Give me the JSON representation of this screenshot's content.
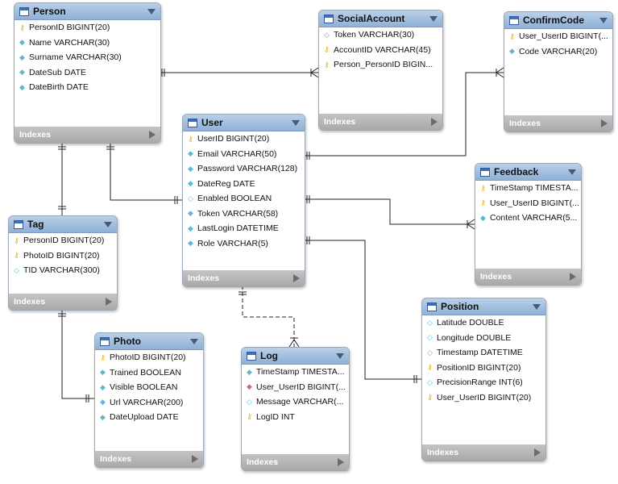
{
  "tables": {
    "person": {
      "name": "Person",
      "columns": [
        {
          "icon": "key-icon",
          "text": "PersonID BIGINT(20)"
        },
        {
          "icon": "column-icon",
          "text": "Name VARCHAR(30)"
        },
        {
          "icon": "column-icon",
          "text": "Surname VARCHAR(30)"
        },
        {
          "icon": "column-icon",
          "text": "DateSub DATE"
        },
        {
          "icon": "column-icon",
          "text": "DateBirth DATE"
        }
      ],
      "indexes": "Indexes"
    },
    "socialaccount": {
      "name": "SocialAccount",
      "columns": [
        {
          "icon": "nullable-column-icon",
          "text": "Token VARCHAR(30)"
        },
        {
          "icon": "key-icon",
          "text": "AccountID VARCHAR(45)"
        },
        {
          "icon": "key-icon",
          "text": "Person_PersonID BIGIN..."
        }
      ],
      "indexes": "Indexes"
    },
    "confirmcode": {
      "name": "ConfirmCode",
      "columns": [
        {
          "icon": "key-icon",
          "text": "User_UserID BIGINT(..."
        },
        {
          "icon": "column-icon",
          "text": "Code VARCHAR(20)"
        }
      ],
      "indexes": "Indexes"
    },
    "user": {
      "name": "User",
      "columns": [
        {
          "icon": "key-icon",
          "text": "UserID BIGINT(20)"
        },
        {
          "icon": "column-icon",
          "text": "Email VARCHAR(50)"
        },
        {
          "icon": "column-icon",
          "text": "Password VARCHAR(128)"
        },
        {
          "icon": "column-icon",
          "text": "DateReg DATE"
        },
        {
          "icon": "nullable-column-icon",
          "text": "Enabled BOOLEAN"
        },
        {
          "icon": "column-icon",
          "text": "Token VARCHAR(58)"
        },
        {
          "icon": "column-icon",
          "text": "LastLogin DATETIME"
        },
        {
          "icon": "column-icon",
          "text": "Role VARCHAR(5)"
        }
      ],
      "indexes": "Indexes"
    },
    "feedback": {
      "name": "Feedback",
      "columns": [
        {
          "icon": "key-icon",
          "text": "TimeStamp TIMESTA..."
        },
        {
          "icon": "key-icon",
          "text": "User_UserID BIGINT(..."
        },
        {
          "icon": "column-icon",
          "text": "Content VARCHAR(5..."
        }
      ],
      "indexes": "Indexes"
    },
    "tag": {
      "name": "Tag",
      "columns": [
        {
          "icon": "key-icon",
          "text": "PersonID BIGINT(20)"
        },
        {
          "icon": "key-icon",
          "text": "PhotoID BIGINT(20)"
        },
        {
          "icon": "nullable-column-icon",
          "text": "TID VARCHAR(300)"
        }
      ],
      "indexes": "Indexes"
    },
    "photo": {
      "name": "Photo",
      "columns": [
        {
          "icon": "key-icon",
          "text": "PhotoID BIGINT(20)"
        },
        {
          "icon": "column-icon",
          "text": "Trained BOOLEAN"
        },
        {
          "icon": "column-icon",
          "text": "Visible BOOLEAN"
        },
        {
          "icon": "column-icon",
          "text": "Url VARCHAR(200)"
        },
        {
          "icon": "column-icon",
          "text": "DateUpload DATE"
        }
      ],
      "indexes": "Indexes"
    },
    "log": {
      "name": "Log",
      "columns": [
        {
          "icon": "column-icon",
          "text": "TimeStamp TIMESTA..."
        },
        {
          "icon": "foreign-key-icon",
          "text": "User_UserID BIGINT(..."
        },
        {
          "icon": "nullable-column-icon",
          "text": "Message VARCHAR(..."
        },
        {
          "icon": "key-icon",
          "text": "LogID INT"
        }
      ],
      "indexes": "Indexes"
    },
    "position": {
      "name": "Position",
      "columns": [
        {
          "icon": "nullable-column-icon",
          "text": "Latitude DOUBLE"
        },
        {
          "icon": "nullable-column-icon",
          "text": "Longitude DOUBLE"
        },
        {
          "icon": "nullable-column-icon",
          "text": "Timestamp DATETIME"
        },
        {
          "icon": "key-icon",
          "text": "PositionID BIGINT(20)"
        },
        {
          "icon": "nullable-column-icon",
          "text": "PrecisionRange INT(6)"
        },
        {
          "icon": "key-icon",
          "text": "User_UserID BIGINT(20)"
        }
      ],
      "indexes": "Indexes"
    }
  },
  "relationships": [
    {
      "from": "person",
      "to": "socialaccount",
      "type": "one-to-many"
    },
    {
      "from": "person",
      "to": "tag",
      "type": "one-to-one"
    },
    {
      "from": "person",
      "to": "user",
      "type": "one-to-one"
    },
    {
      "from": "user",
      "to": "confirmcode",
      "type": "one-to-many"
    },
    {
      "from": "user",
      "to": "feedback",
      "type": "one-to-many"
    },
    {
      "from": "user",
      "to": "position",
      "type": "one-to-one"
    },
    {
      "from": "user",
      "to": "log",
      "type": "one-to-many",
      "identifying": false
    },
    {
      "from": "tag",
      "to": "photo",
      "type": "one-to-one"
    }
  ]
}
